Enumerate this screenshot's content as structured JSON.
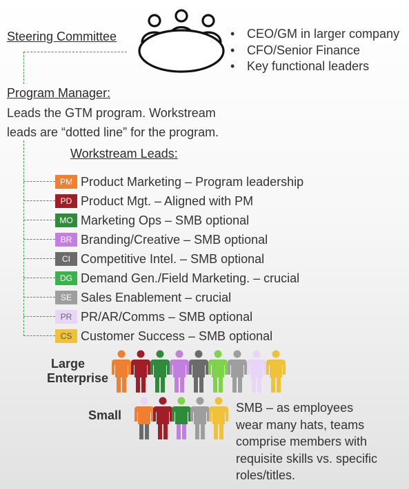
{
  "steering": {
    "title": "Steering Committee",
    "bullets": [
      "CEO/GM in larger company",
      "CFO/Senior Finance",
      "Key functional leaders"
    ]
  },
  "program_manager": {
    "title": "Program Manager:",
    "desc_line1": "Leads the GTM program. Workstream",
    "desc_line2": "leads are “dotted line” for the program."
  },
  "workstream": {
    "title": "Workstream Leads:",
    "leads": [
      {
        "code": "PM",
        "label": "Product Marketing – Program leadership",
        "color": "#f0802f",
        "text_color": "#ffffff"
      },
      {
        "code": "PD",
        "label": "Product Mgt. – Aligned with PM",
        "color": "#a01e28",
        "text_color": "#ffffff"
      },
      {
        "code": "MO",
        "label": "Marketing Ops – SMB optional",
        "color": "#2e8b3a",
        "text_color": "#ffffff"
      },
      {
        "code": "BR",
        "label": "Branding/Creative – SMB optional",
        "color": "#c27fe0",
        "text_color": "#ffffff"
      },
      {
        "code": "CI",
        "label": "Competitive Intel. – SMB optional",
        "color": "#6b6b6b",
        "text_color": "#ffffff"
      },
      {
        "code": "DG",
        "label": "Demand Gen./Field Marketing. – crucial",
        "color": "#3bb34a",
        "text_color": "#ffffff"
      },
      {
        "code": "SE",
        "label": "Sales Enablement – crucial",
        "color": "#9e9e9e",
        "text_color": "#ffffff"
      },
      {
        "code": "PR",
        "label": "PR/AR/Comms – SMB optional",
        "color": "#e8d5f8",
        "text_color": "#666666"
      },
      {
        "code": "CS",
        "label": "Customer Success – SMB optional",
        "color": "#f0c23a",
        "text_color": "#555555"
      }
    ]
  },
  "teams": {
    "large_line1": "Large",
    "large_line2": "Enterprise",
    "small_label": "Small",
    "large_figures": [
      "#f0802f",
      "#a01e28",
      "#2e8b3a",
      "#c27fe0",
      "#6b6b6b",
      "#7fd34a",
      "#9e9e9e",
      "#e8d5f8",
      "#f0c23a"
    ],
    "small_figures": [
      {
        "body": "#f0802f",
        "head": "#e8d5f8",
        "legs": "#6b6b6b"
      },
      {
        "body": "#a01e28",
        "head": "#a01e28",
        "legs": "#a01e28"
      },
      {
        "body": "#2e8b3a",
        "head": "#7fd34a",
        "legs": "#c27fe0"
      },
      {
        "body": "#9e9e9e",
        "head": "#9e9e9e",
        "legs": "#9e9e9e"
      },
      {
        "body": "#f0c23a",
        "head": "#f0c23a",
        "legs": "#f0c23a"
      }
    ],
    "smb_note": [
      "SMB – as employees",
      "wear many hats, teams",
      "comprise members with",
      "requisite skills vs. specific",
      "roles/titles."
    ]
  }
}
